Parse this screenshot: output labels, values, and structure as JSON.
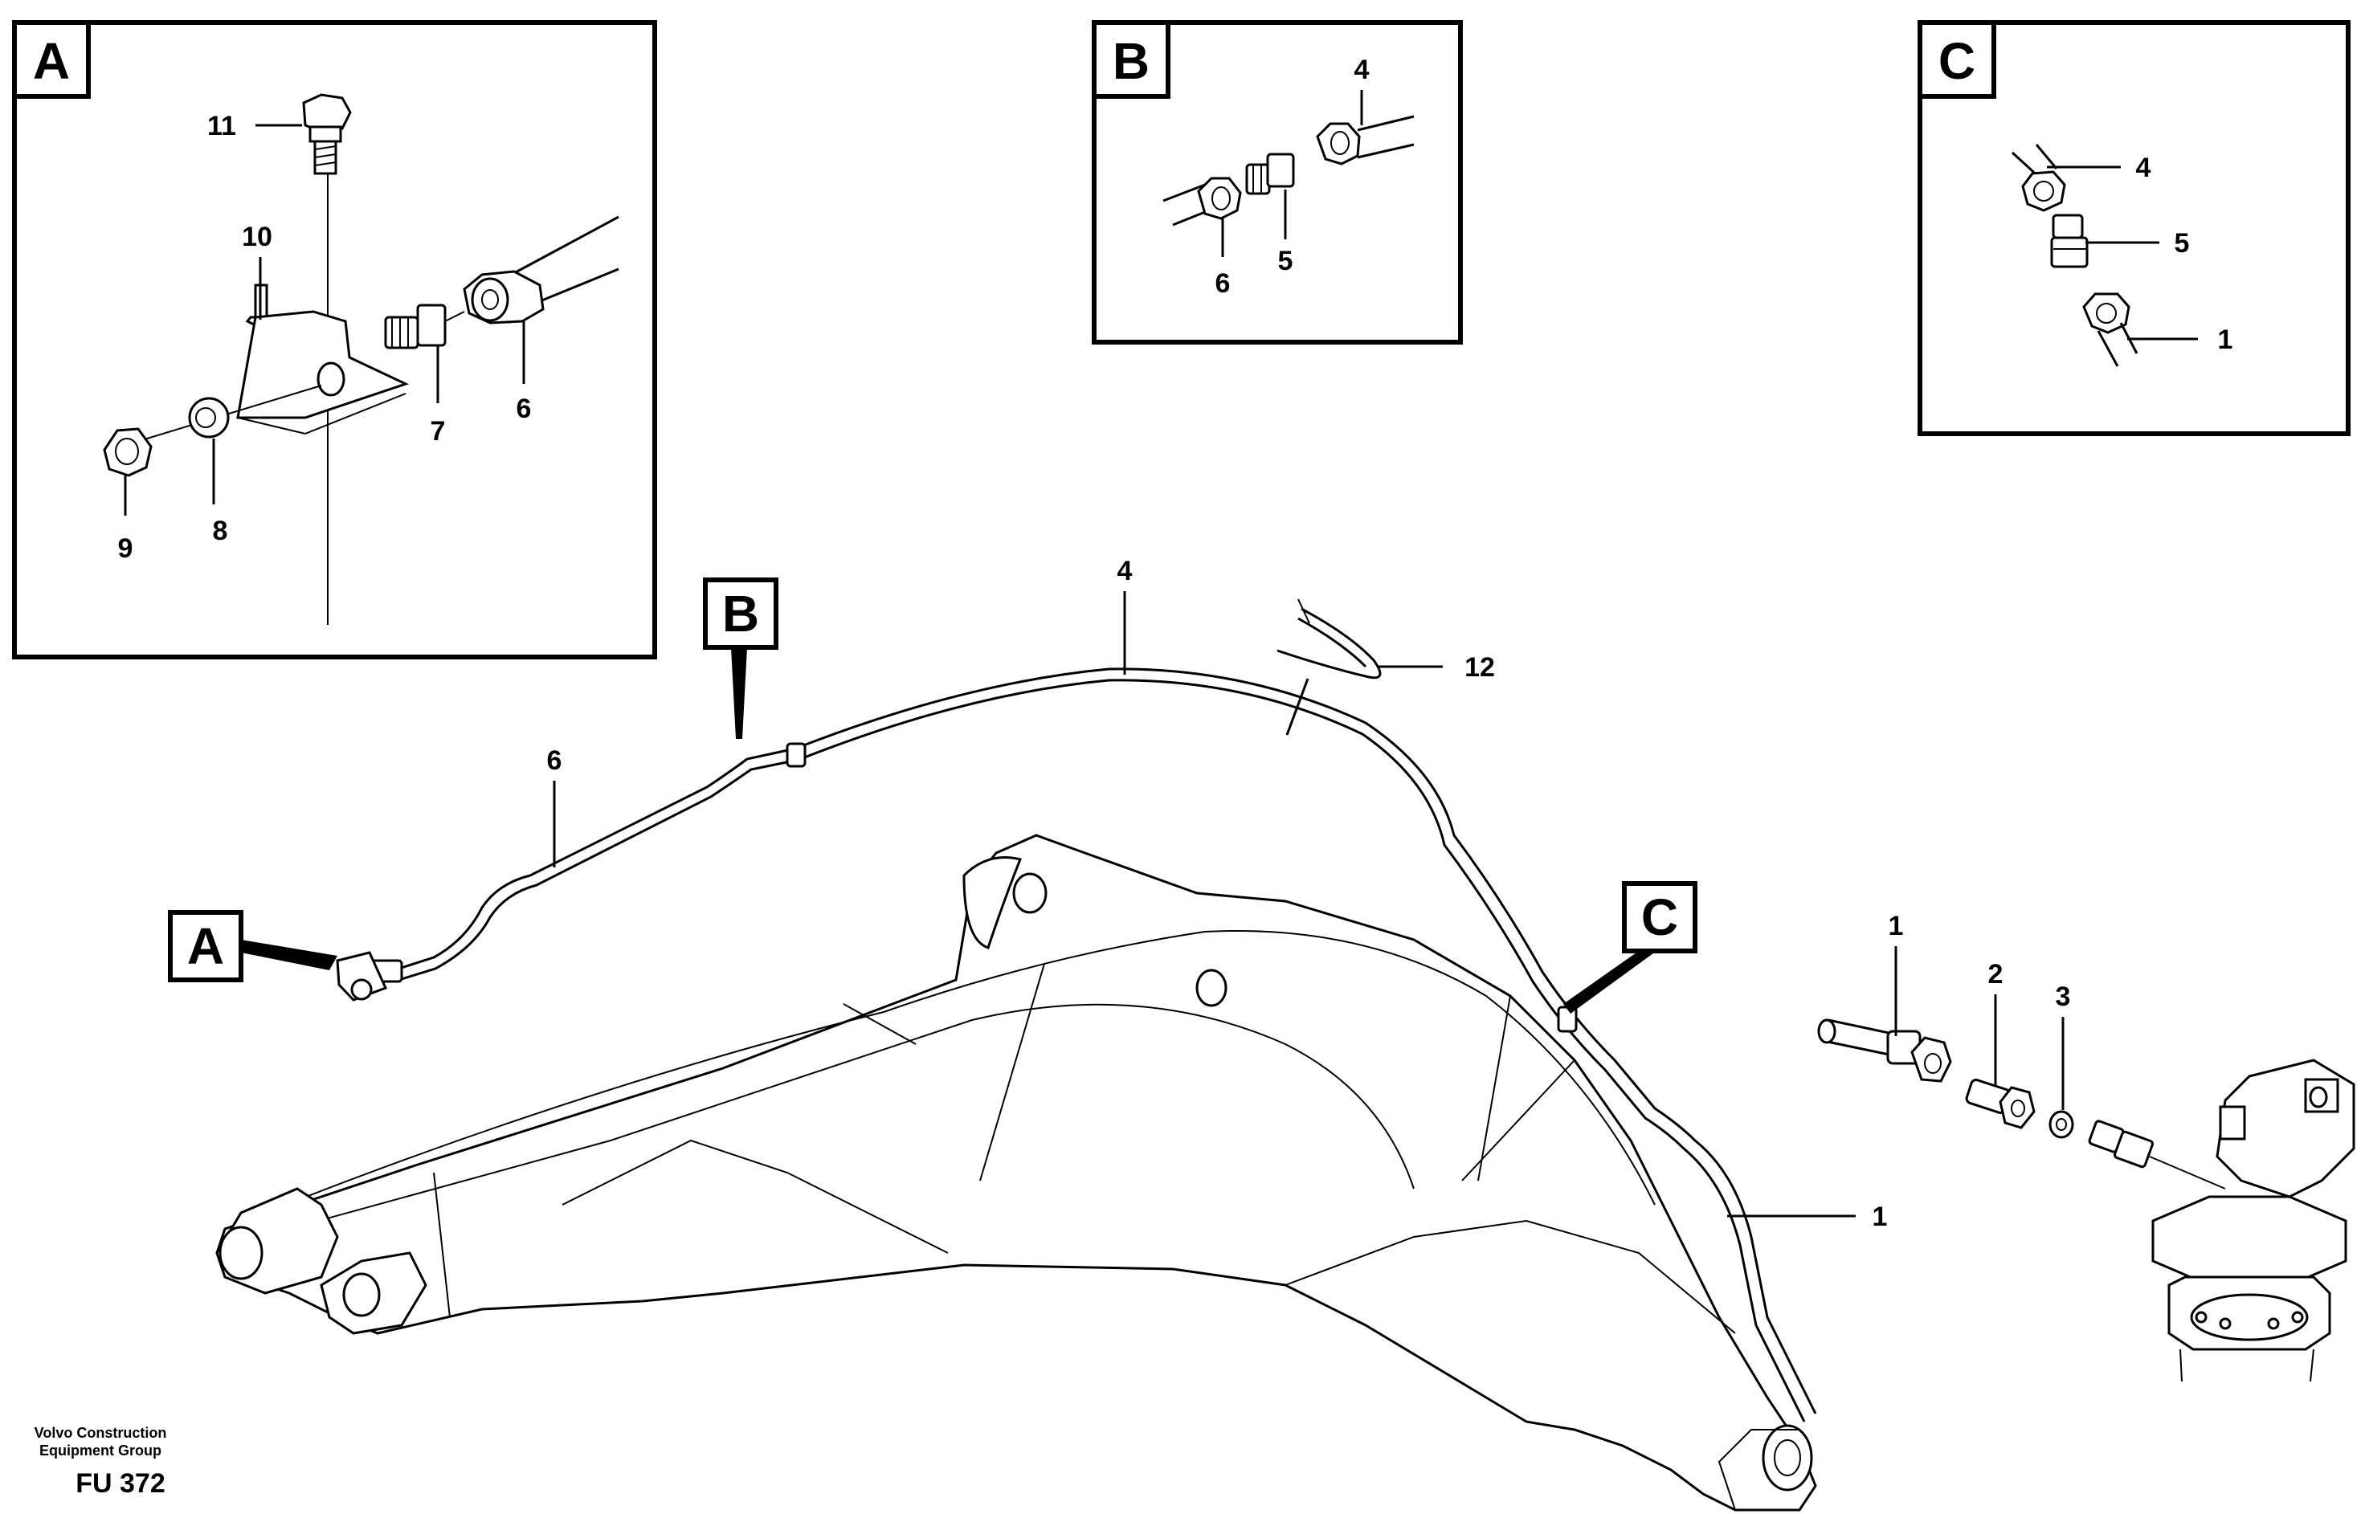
{
  "detail_boxes": [
    {
      "letter": "A",
      "labels": [
        "11",
        "10",
        "7",
        "6",
        "9",
        "8"
      ]
    },
    {
      "letter": "B",
      "labels": [
        "4",
        "6",
        "5"
      ]
    },
    {
      "letter": "C",
      "labels": [
        "4",
        "5",
        "1"
      ]
    }
  ],
  "main_view": {
    "callouts": [
      "A",
      "B",
      "C"
    ],
    "labels": [
      "4",
      "12",
      "6",
      "1",
      "1",
      "2",
      "3"
    ]
  },
  "footer": {
    "line1": "Volvo Construction",
    "line2": "Equipment Group",
    "code": "FU 372"
  }
}
